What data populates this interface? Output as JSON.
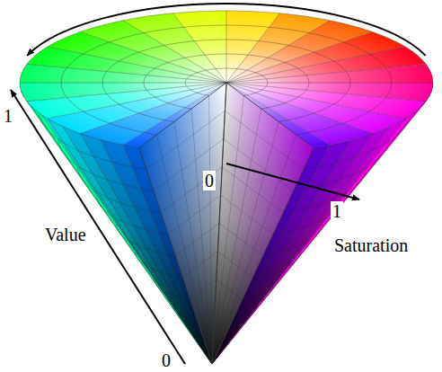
{
  "diagram": {
    "labels": [
      "1",
      "Value",
      "0",
      "0",
      "1",
      "Saturation"
    ]
  }
}
